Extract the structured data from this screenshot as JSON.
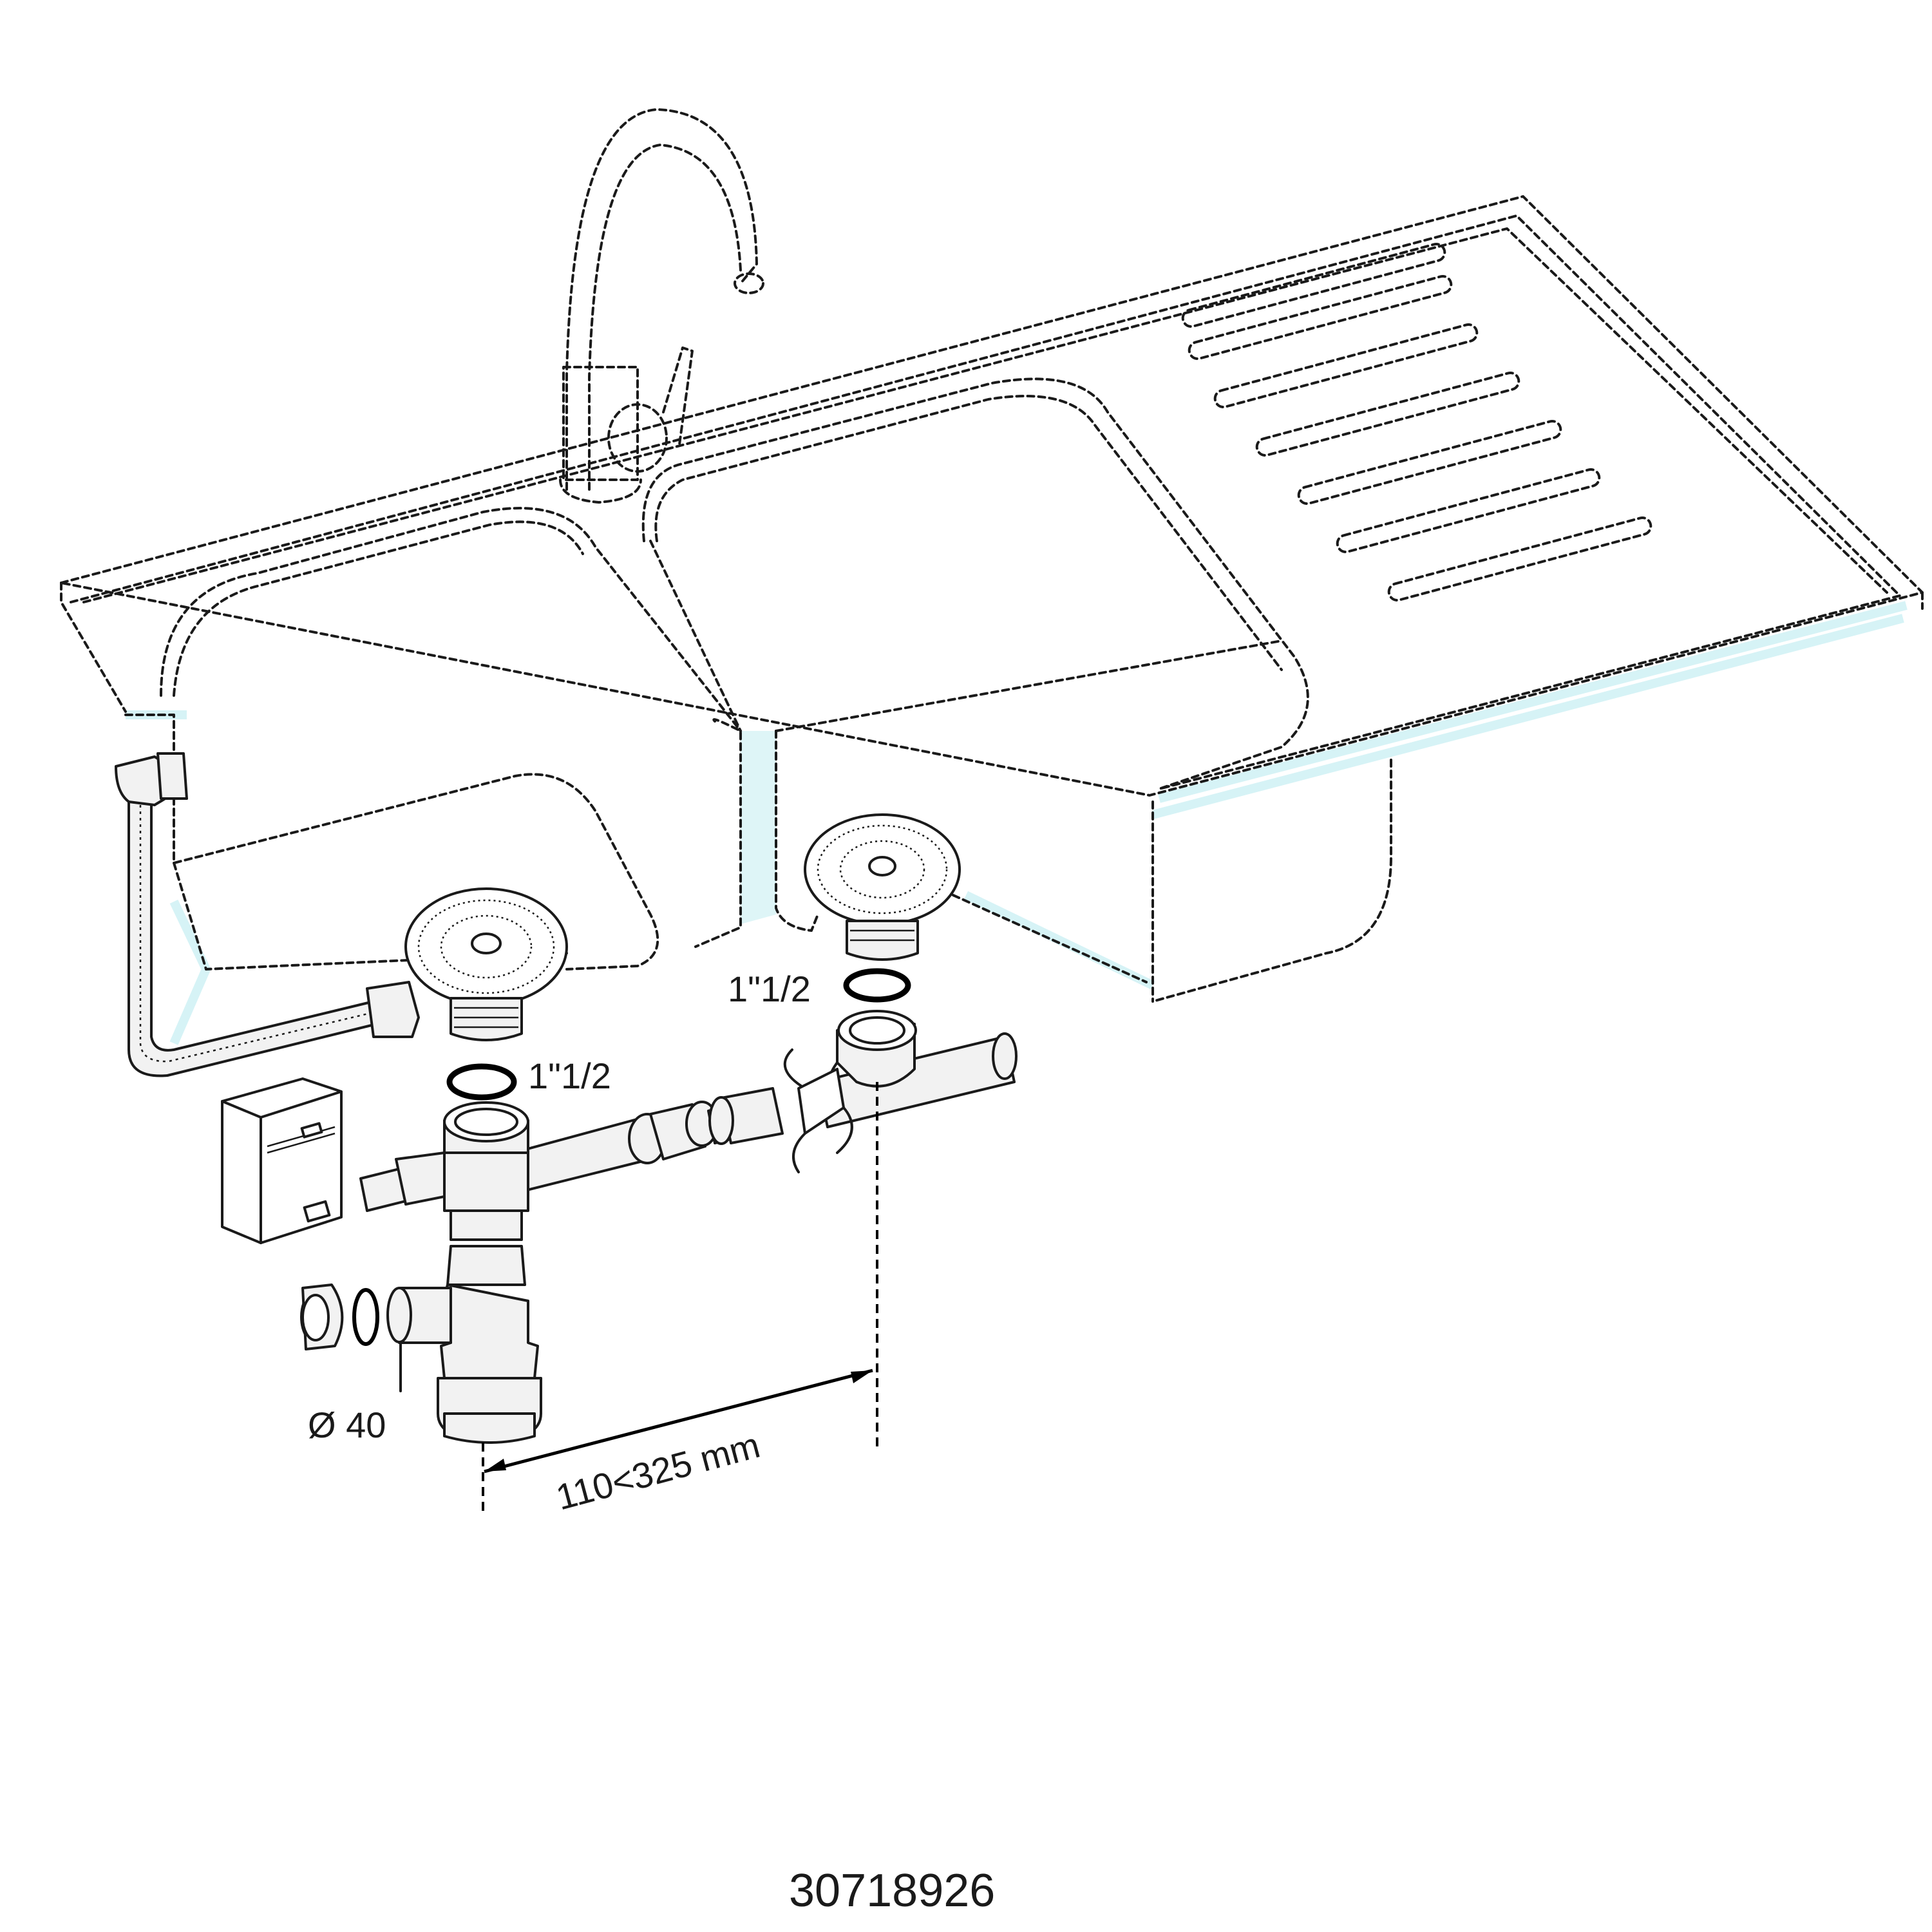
{
  "labels": {
    "thread_left": "1\"1/2",
    "thread_right": "1\"1/2",
    "outlet_diameter": "Ø 40",
    "adjust_range": "110<325 mm",
    "reference": "30718926"
  },
  "colors": {
    "outline": "#1a1a1a",
    "highlight": "#d6f3f6",
    "part_fill": "#f2f2f2"
  }
}
